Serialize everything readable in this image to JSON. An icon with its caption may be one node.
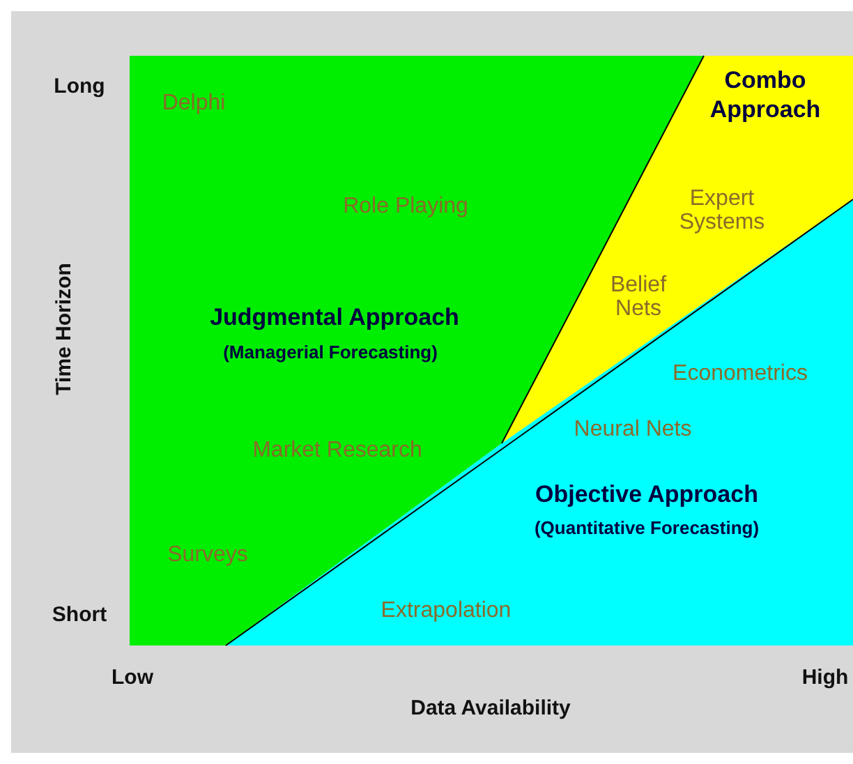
{
  "diagram": {
    "nodes": [
      {
        "text": [
          "Judgmental Approach",
          "(Managerial Forecasting)"
        ]
      },
      {
        "text": [
          "Combo Approach"
        ]
      },
      {
        "text": [
          "Objective Approach",
          "(Quantitative Forecasting)"
        ]
      }
    ],
    "labels": [
      "Long",
      "Delphi",
      "Role Playing",
      "Expert Systems",
      "Belief Nets",
      "Time Horizon",
      "Econometrics",
      "Market Research",
      "Neural Nets",
      "Surveys",
      "Short",
      "Extrapolation",
      "Low",
      "High",
      "Data Availability"
    ]
  }
}
